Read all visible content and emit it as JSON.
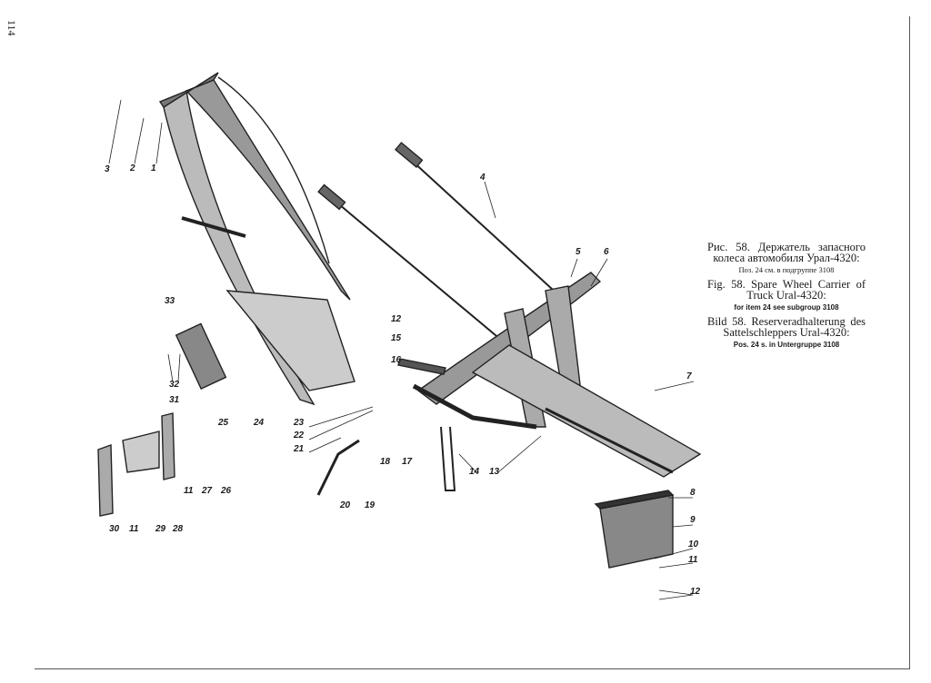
{
  "page_number": "114",
  "caption": {
    "ru_title": "Рис. 58. Держатель запасного колеса автомобиля Урал-4320:",
    "ru_note": "Поз. 24 см. в подгруппе 3108",
    "en_title": "Fig. 58. Spare Wheel Carrier of Truck Ural-4320:",
    "en_note": "for item 24 see subgroup 3108",
    "de_title": "Bild 58. Reserveradhalterung des Sattelschleppers Ural-4320:",
    "de_note": "Pos. 24 s. in Untergruppe 3108"
  },
  "callouts": [
    "3",
    "2",
    "1",
    "4",
    "5",
    "6",
    "33",
    "32",
    "12",
    "15",
    "16",
    "7",
    "31",
    "25",
    "24",
    "23",
    "22",
    "21",
    "18",
    "17",
    "14",
    "13",
    "27",
    "26",
    "11",
    "20",
    "19",
    "30",
    "11",
    "29",
    "28",
    "8",
    "9",
    "10",
    "11",
    "12"
  ]
}
